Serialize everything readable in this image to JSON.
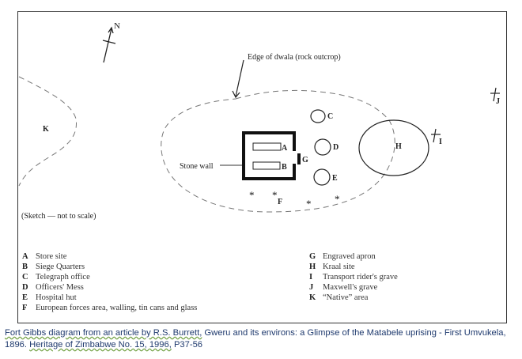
{
  "diagram": {
    "compass_label": "N",
    "rock_outcrop_label": "Edge of dwala (rock outcrop)",
    "stone_wall_label": "Stone wall",
    "scale_note": "(Sketch — not to scale)",
    "map_labels": {
      "A": "A",
      "B": "B",
      "C": "C",
      "D": "D",
      "E": "E",
      "F": "F",
      "G": "G",
      "H": "H",
      "I": "I",
      "J": "J",
      "K": "K"
    }
  },
  "legend": {
    "left": [
      {
        "key": "A",
        "text": "Store site"
      },
      {
        "key": "B",
        "text": "Siege Quarters"
      },
      {
        "key": "C",
        "text": "Telegraph office"
      },
      {
        "key": "D",
        "text": "Officers' Mess"
      },
      {
        "key": "E",
        "text": "Hospital hut"
      },
      {
        "key": "F",
        "text": "European forces area, walling, tin cans and glass"
      }
    ],
    "right": [
      {
        "key": "G",
        "text": "Engraved apron"
      },
      {
        "key": "H",
        "text": "Kraal site"
      },
      {
        "key": "I",
        "text": "Transport rider's grave"
      },
      {
        "key": "J",
        "text": "Maxwell's grave"
      },
      {
        "key": "K",
        "text": "“Native” area"
      }
    ]
  },
  "caption": {
    "part1": "Fort Gibbs diagram from an article by R.S. Burrett,",
    "part2": " Gweru and its environs: a Glimpse of the Matabele uprising - First Umvukela,",
    "part3": "1896. ",
    "part4": "Heritage of Zimbabwe No. 15, 1996,",
    "part5": " P37-56"
  },
  "colors": {
    "caption_text": "#1f3a6e",
    "spellcheck_underline": "#6a9c3a",
    "ink": "#222222"
  }
}
